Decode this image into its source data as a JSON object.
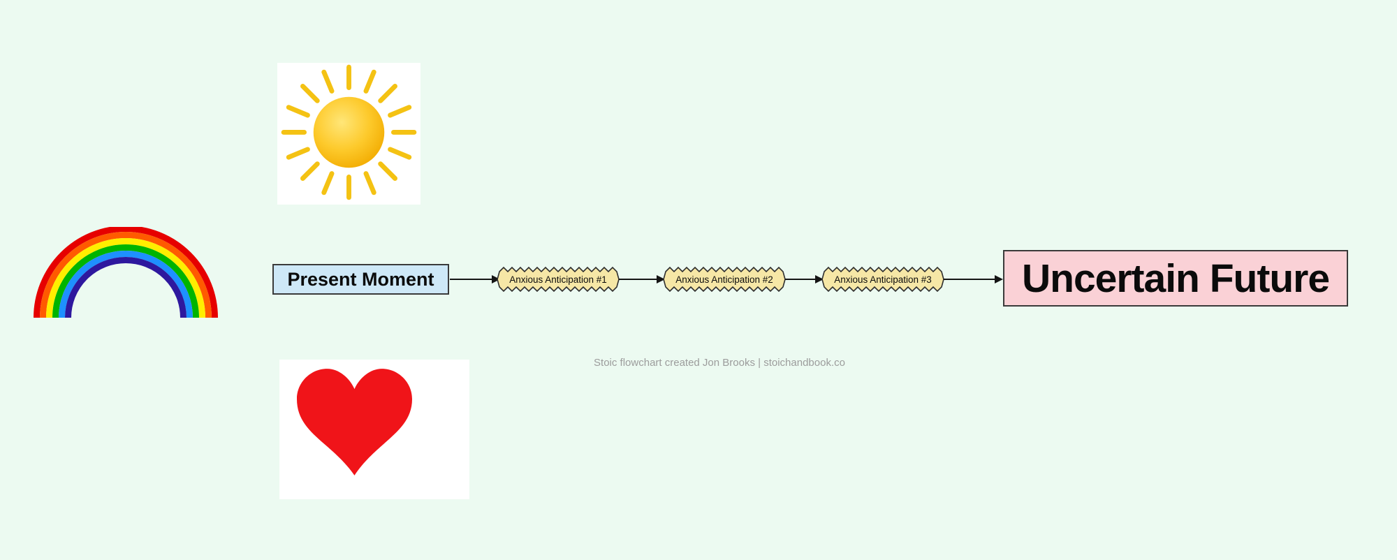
{
  "page": {
    "background_color": "#ecfaf1",
    "caption": "Stoic flowchart created Jon Brooks | stoichandbook.co"
  },
  "flowchart": {
    "nodes": {
      "present": {
        "label": "Present Moment",
        "fill": "#cee8f7",
        "shape": "rectangle"
      },
      "anx1": {
        "label": "Anxious Anticipation #1",
        "fill": "#f6e7a6",
        "shape": "zigzag"
      },
      "anx2": {
        "label": "Anxious Anticipation #2",
        "fill": "#f6e7a6",
        "shape": "zigzag"
      },
      "anx3": {
        "label": "Anxious Anticipation #3",
        "fill": "#f6e7a6",
        "shape": "zigzag"
      },
      "future": {
        "label": "Uncertain Future",
        "fill": "#fad1d6",
        "shape": "rectangle"
      }
    },
    "arrow_color": "#151515",
    "border_color": "#3a3a3a"
  },
  "decorations": {
    "sun_icon": "sun-with-rays-emoji",
    "rainbow_icon": "rainbow-arch-emoji",
    "heart_icon": "red-heart-emoji",
    "sun_ray_color": "#f4c213",
    "sun_disc_colors": [
      "#ffe678",
      "#fdca2c",
      "#f2ab00"
    ],
    "heart_color": "#f01419",
    "rainbow_colors": [
      "#e60000",
      "#ff5a00",
      "#ffee00",
      "#00b400",
      "#1e90ff",
      "#2e189e"
    ]
  }
}
